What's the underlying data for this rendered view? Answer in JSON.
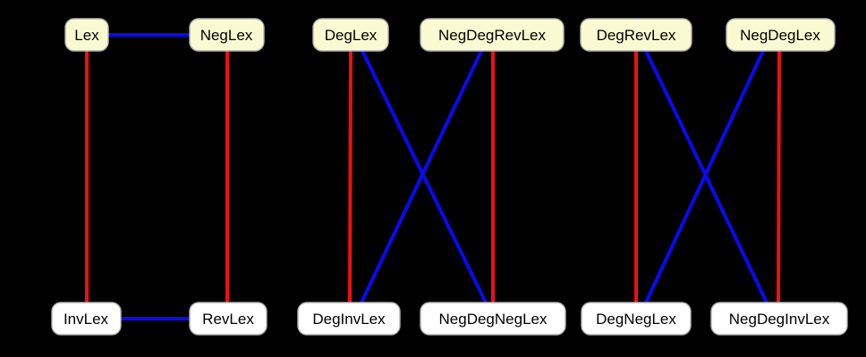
{
  "diagram": {
    "type": "graph",
    "description_visible": false,
    "colors": {
      "background": "#000000",
      "edge_red": "#ee1010",
      "edge_blue": "#0a0af0",
      "top_node_fill": "#fafad2",
      "bottom_node_fill": "#ffffff",
      "node_border": "#b4b4b4",
      "node_text": "#000000"
    },
    "nodes": {
      "lex": {
        "label": "Lex"
      },
      "neglex": {
        "label": "NegLex"
      },
      "deglex": {
        "label": "DegLex"
      },
      "negdegrevlex": {
        "label": "NegDegRevLex"
      },
      "degrevlex": {
        "label": "DegRevLex"
      },
      "negdeglex": {
        "label": "NegDegLex"
      },
      "invlex": {
        "label": "InvLex"
      },
      "revlex": {
        "label": "RevLex"
      },
      "deginvlex": {
        "label": "DegInvLex"
      },
      "negdegneglex": {
        "label": "NegDegNegLex"
      },
      "degneglex": {
        "label": "DegNegLex"
      },
      "negdeginvlex": {
        "label": "NegDegInvLex"
      }
    },
    "edges": [
      {
        "from": "Lex",
        "to": "NegLex",
        "color": "blue"
      },
      {
        "from": "Lex",
        "to": "InvLex",
        "color": "red"
      },
      {
        "from": "NegLex",
        "to": "RevLex",
        "color": "red"
      },
      {
        "from": "InvLex",
        "to": "RevLex",
        "color": "blue"
      },
      {
        "from": "DegLex",
        "to": "DegInvLex",
        "color": "red"
      },
      {
        "from": "DegLex",
        "to": "NegDegNegLex",
        "color": "blue"
      },
      {
        "from": "NegDegRevLex",
        "to": "DegInvLex",
        "color": "blue"
      },
      {
        "from": "NegDegRevLex",
        "to": "NegDegNegLex",
        "color": "red"
      },
      {
        "from": "DegRevLex",
        "to": "DegNegLex",
        "color": "red"
      },
      {
        "from": "DegRevLex",
        "to": "NegDegInvLex",
        "color": "blue"
      },
      {
        "from": "NegDegLex",
        "to": "DegNegLex",
        "color": "blue"
      },
      {
        "from": "NegDegLex",
        "to": "NegDegInvLex",
        "color": "red"
      }
    ]
  }
}
